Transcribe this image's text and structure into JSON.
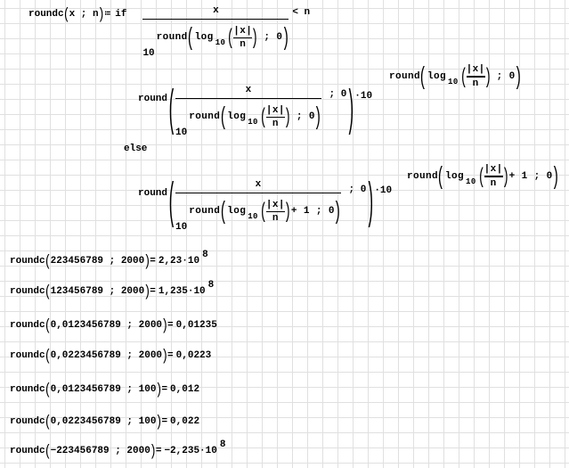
{
  "worksheet": {
    "background": "#ffffff",
    "grid_color": "#e0e0e0",
    "text_color": "#000000"
  },
  "syms": {
    "lp": "(",
    "rp": ")"
  },
  "definition": {
    "name": "roundc",
    "args": "x ; n",
    "assign": "≔",
    "keyword_if": "if",
    "keyword_else": "else",
    "numerator": "x",
    "power_base": "10",
    "fn_round": "round",
    "fn_log": "log",
    "log_base": "10",
    "abs_x": "|x|",
    "denom_n": "n",
    "semi_zero": " ; 0",
    "plus_one": "+ 1",
    "compare": "< n",
    "times_ten": "·10"
  },
  "results": [
    {
      "name": "roundc",
      "args": "223456789 ; 2000",
      "eq": "=",
      "value": "2,23·10",
      "exp": "8"
    },
    {
      "name": "roundc",
      "args": "123456789 ; 2000",
      "eq": "=",
      "value": "1,235·10",
      "exp": "8"
    },
    {
      "name": "roundc",
      "args": "0,0123456789 ; 2000",
      "eq": "=",
      "value": "0,01235",
      "exp": ""
    },
    {
      "name": "roundc",
      "args": "0,0223456789 ; 2000",
      "eq": "=",
      "value": "0,0223",
      "exp": ""
    },
    {
      "name": "roundc",
      "args": "0,0123456789 ; 100",
      "eq": "=",
      "value": "0,012",
      "exp": ""
    },
    {
      "name": "roundc",
      "args": "0,0223456789 ; 100",
      "eq": "=",
      "value": "0,022",
      "exp": ""
    },
    {
      "name": "roundc",
      "args": "−223456789 ; 2000",
      "eq": "=",
      "value": "−2,235·10",
      "exp": "8"
    }
  ]
}
